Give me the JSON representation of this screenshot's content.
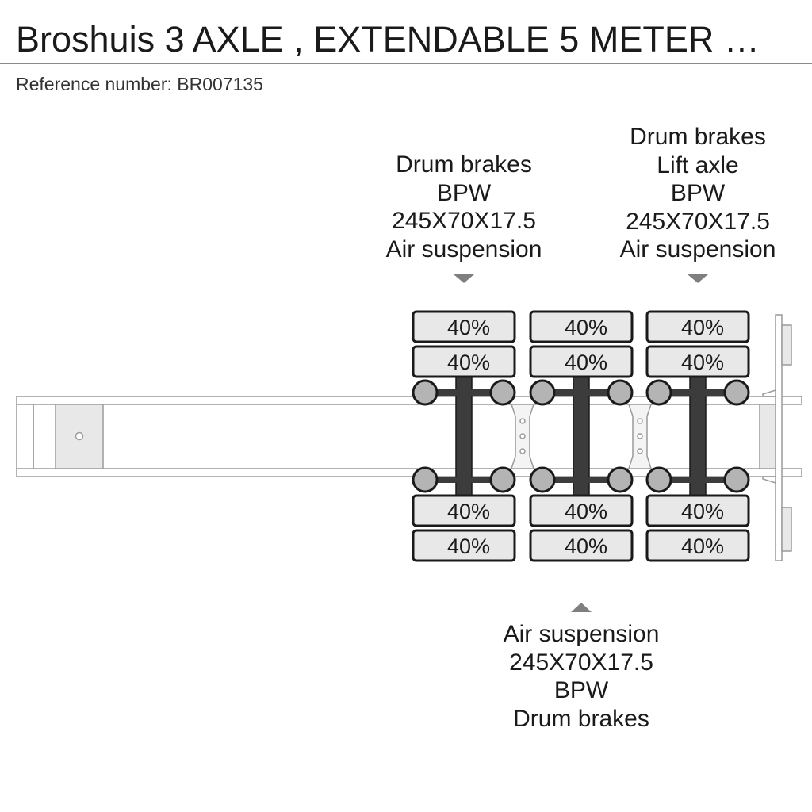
{
  "header": {
    "title": "Broshuis 3 AXLE , EXTENDABLE 5 METER …",
    "reference": "Reference number: BR007135"
  },
  "axles": [
    {
      "id": "axle-1",
      "top_specs": [
        "Drum brakes",
        "BPW",
        "245X70X17.5",
        "Air suspension"
      ],
      "tires": [
        "40%",
        "40%",
        "40%",
        "40%"
      ]
    },
    {
      "id": "axle-2",
      "bottom_specs": [
        "Air suspension",
        "245X70X17.5",
        "BPW",
        "Drum brakes"
      ],
      "tires": [
        "40%",
        "40%",
        "40%",
        "40%"
      ]
    },
    {
      "id": "axle-3",
      "top_specs": [
        "Drum brakes",
        "Lift axle",
        "BPW",
        "245X70X17.5",
        "Air suspension"
      ],
      "tires": [
        "40%",
        "40%",
        "40%",
        "40%"
      ]
    }
  ],
  "colors": {
    "tire_fill": "#e8e8e8",
    "tire_stroke": "#1a1a1a",
    "hub_fill": "#b4b4b4",
    "axle_bar": "#3c3c3c",
    "frame_stroke": "#9a9a9a",
    "arrow": "#7f7f7f"
  }
}
